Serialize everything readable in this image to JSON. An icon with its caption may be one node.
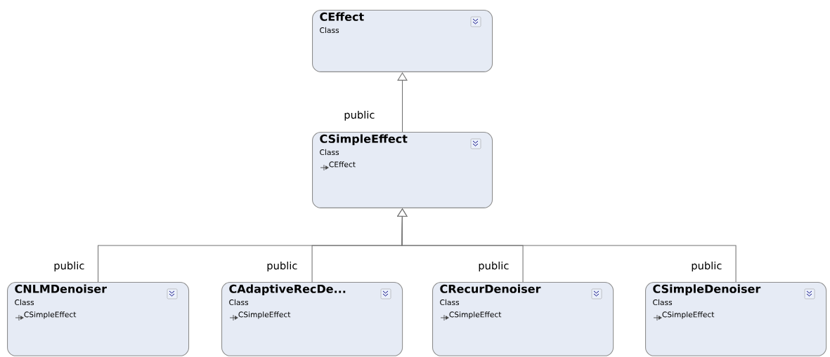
{
  "diagram": {
    "nodes": [
      {
        "text": [
          "CEffect",
          "Class"
        ]
      },
      {
        "text": [
          "CSimpleEffect",
          "Class",
          "CEffect"
        ]
      },
      {
        "text": [
          "CNLMDenoiser",
          "Class",
          "CSimpleEffect"
        ]
      },
      {
        "text": [
          "CAdaptiveRecDe...",
          "Class",
          "CSimpleEffect"
        ]
      },
      {
        "text": [
          "CRecurDenoiser",
          "Class",
          "CSimpleEffect"
        ]
      },
      {
        "text": [
          "CSimpleDenoiser",
          "Class",
          "CSimpleEffect"
        ]
      }
    ],
    "edges": [
      {
        "from": 1,
        "to": 0,
        "arrow": "to",
        "label": "public"
      },
      {
        "from": 2,
        "to": 1,
        "arrow": "to",
        "label": "public"
      },
      {
        "from": 3,
        "to": 1,
        "arrow": "to",
        "label": "public"
      },
      {
        "from": 4,
        "to": 1,
        "arrow": "to",
        "label": "public"
      },
      {
        "from": 5,
        "to": 1,
        "arrow": "to",
        "label": "public"
      }
    ]
  }
}
